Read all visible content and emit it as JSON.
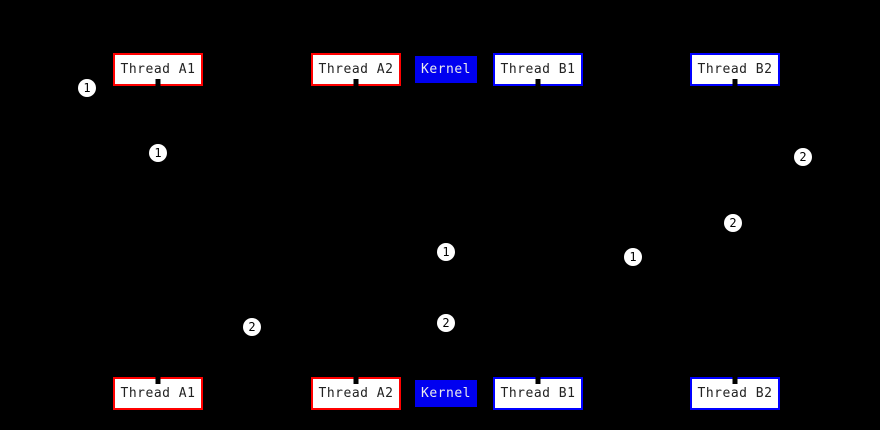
{
  "diagram": {
    "type": "sequence-diagram",
    "background": "#000000",
    "colors": {
      "thread_a_border": "#ff0000",
      "thread_b_border": "#0000ff",
      "participant_fill": "#ffffff",
      "participant_text": "#222222",
      "kernel_fill": "#0000f0",
      "kernel_text": "#ececec",
      "marker_fill": "#ffffff",
      "marker_text": "#000000"
    },
    "participants": [
      {
        "id": "thread-a1",
        "label": "Thread A1",
        "group": "A"
      },
      {
        "id": "thread-a2",
        "label": "Thread A2",
        "group": "A"
      },
      {
        "id": "kernel",
        "label": "Kernel",
        "group": "kernel"
      },
      {
        "id": "thread-b1",
        "label": "Thread B1",
        "group": "B"
      },
      {
        "id": "thread-b2",
        "label": "Thread B2",
        "group": "B"
      }
    ],
    "markers": [
      {
        "label": "1",
        "near": "thread-a1-left"
      },
      {
        "label": "1",
        "near": "thread-a1-lifeline"
      },
      {
        "label": "2",
        "near": "thread-b2-right"
      },
      {
        "label": "2",
        "near": "thread-b2-lifeline"
      },
      {
        "label": "1",
        "near": "kernel-lifeline-upper"
      },
      {
        "label": "1",
        "near": "between-b1-b2"
      },
      {
        "label": "2",
        "near": "between-a1-a2"
      },
      {
        "label": "2",
        "near": "kernel-lifeline-lower"
      }
    ]
  }
}
